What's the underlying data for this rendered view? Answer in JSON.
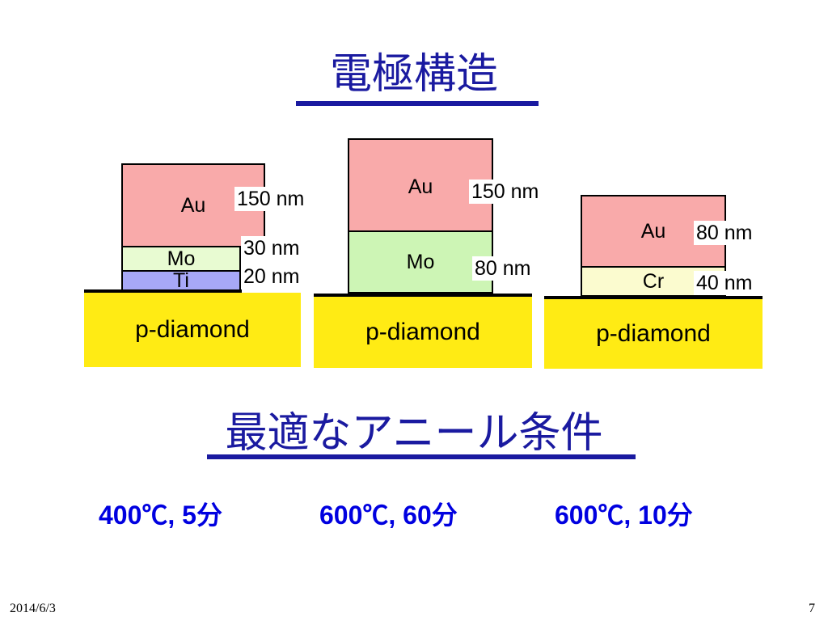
{
  "title": "電極構造",
  "subtitle": "最適なアニール条件",
  "colors": {
    "title": "#1a1aa0",
    "conditions": "#0000e0",
    "au": "#f9aaaa",
    "mo_thin": "#e8fbd2",
    "mo_thick": "#cdf5b5",
    "ti": "#a7a8f7",
    "cr": "#fbfbcf",
    "substrate": "#ffeb14"
  },
  "stacks": [
    {
      "substrate": "p-diamond",
      "layers": [
        {
          "material": "Au",
          "thickness": "150 nm"
        },
        {
          "material": "Mo",
          "thickness": "30 nm"
        },
        {
          "material": "Ti",
          "thickness": "20 nm"
        }
      ]
    },
    {
      "substrate": "p-diamond",
      "layers": [
        {
          "material": "Au",
          "thickness": "150 nm"
        },
        {
          "material": "Mo",
          "thickness": "80 nm"
        }
      ]
    },
    {
      "substrate": "p-diamond",
      "layers": [
        {
          "material": "Au",
          "thickness": "80 nm"
        },
        {
          "material": "Cr",
          "thickness": "40 nm"
        }
      ]
    }
  ],
  "conditions": [
    "400℃, 5分",
    "600℃, 60分",
    "600℃, 10分"
  ],
  "footer": {
    "date": "2014/6/3",
    "page": "7"
  }
}
